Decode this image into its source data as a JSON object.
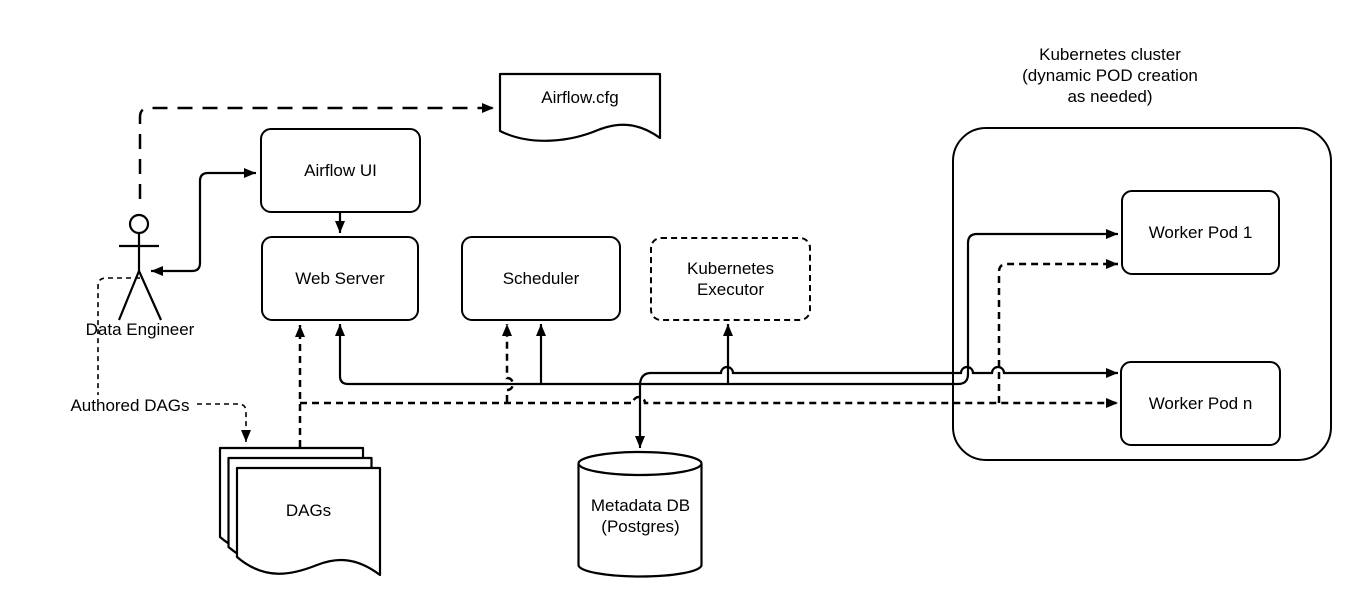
{
  "nodes": {
    "airflow_cfg": {
      "label": "Airflow.cfg"
    },
    "airflow_ui": {
      "label": "Airflow UI"
    },
    "web_server": {
      "label": "Web Server"
    },
    "scheduler": {
      "label": "Scheduler"
    },
    "kubernetes_executor": {
      "line1": "Kubernetes",
      "line2": "Executor"
    },
    "worker_pod_1": {
      "label": "Worker Pod 1"
    },
    "worker_pod_n": {
      "label": "Worker Pod n"
    },
    "dags": {
      "label": "DAGs"
    },
    "metadata_db": {
      "label": "Metadata DB",
      "sublabel": "(Postgres)"
    },
    "data_engineer": {
      "label": "Data Engineer"
    },
    "authored_dags": {
      "label": "Authored DAGs"
    },
    "kubernetes_cluster": {
      "title_line1": "Kubernetes cluster",
      "title_line2": "(dynamic POD creation",
      "title_line3": "as needed)"
    }
  },
  "colors": {
    "stroke": "#000000",
    "fill": "#ffffff",
    "background": "#ffffff"
  }
}
